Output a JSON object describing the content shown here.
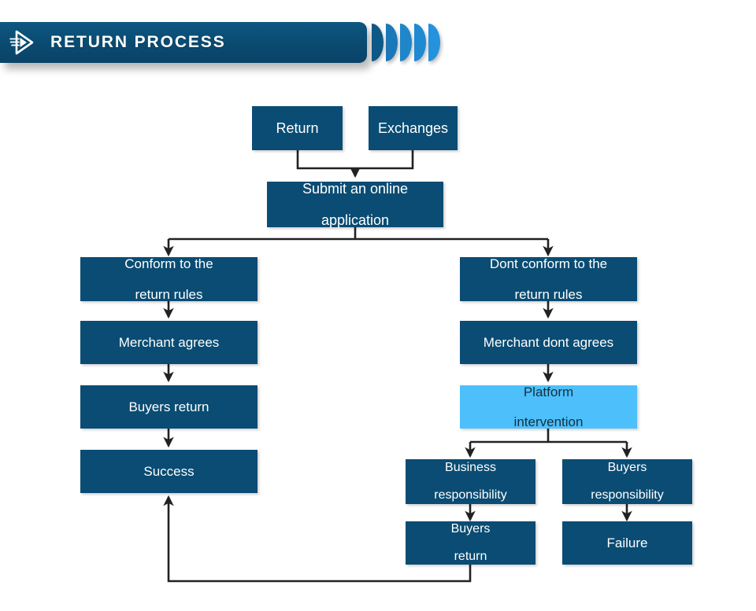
{
  "header": {
    "title": "RETURN PROCESS",
    "icon": "play-arrow-motion-icon",
    "bar_color": "#0a4c73",
    "title_color": "#ffffff",
    "stripes": [
      {
        "name": "stripe-1",
        "color": "#0d5886"
      },
      {
        "name": "stripe-2",
        "color": "#1b78b8"
      },
      {
        "name": "stripe-3",
        "color": "#1f86c9"
      },
      {
        "name": "stripe-4",
        "color": "#1e8ad2"
      },
      {
        "name": "stripe-5",
        "color": "#2492dc"
      }
    ]
  },
  "palette": {
    "node_dark": "#0a4c73",
    "node_highlight": "#4dc0fb",
    "node_dark_text": "#ffffff",
    "node_highlight_text": "#13303f",
    "connector": "#222222",
    "background": "#ffffff"
  },
  "chart_data": {
    "type": "flowchart",
    "title": "RETURN PROCESS",
    "nodes": [
      {
        "id": "return",
        "label": "Return",
        "style": "dark"
      },
      {
        "id": "exchanges",
        "label": "Exchanges",
        "style": "dark"
      },
      {
        "id": "submit-application",
        "label": "Submit an online application",
        "style": "dark"
      },
      {
        "id": "conform-rules",
        "label": "Conform to the return rules",
        "style": "dark"
      },
      {
        "id": "dont-conform-rules",
        "label": "Dont conform to the return rules",
        "style": "dark"
      },
      {
        "id": "merchant-agrees",
        "label": "Merchant agrees",
        "style": "dark"
      },
      {
        "id": "merchant-dont-agrees",
        "label": "Merchant dont agrees",
        "style": "dark"
      },
      {
        "id": "buyers-return-left",
        "label": "Buyers return",
        "style": "dark"
      },
      {
        "id": "platform-intervention",
        "label": "Platform intervention",
        "style": "light"
      },
      {
        "id": "success",
        "label": "Success",
        "style": "dark"
      },
      {
        "id": "business-responsibility",
        "label": "Business responsibility",
        "style": "dark"
      },
      {
        "id": "buyers-responsibility",
        "label": "Buyers responsibility",
        "style": "dark"
      },
      {
        "id": "buyers-return-bottom",
        "label": "Buyers return",
        "style": "dark"
      },
      {
        "id": "failure",
        "label": "Failure",
        "style": "dark"
      }
    ],
    "edges": [
      {
        "from": "return",
        "to": "submit-application"
      },
      {
        "from": "exchanges",
        "to": "submit-application"
      },
      {
        "from": "submit-application",
        "to": "conform-rules"
      },
      {
        "from": "submit-application",
        "to": "dont-conform-rules"
      },
      {
        "from": "conform-rules",
        "to": "merchant-agrees"
      },
      {
        "from": "merchant-agrees",
        "to": "buyers-return-left"
      },
      {
        "from": "buyers-return-left",
        "to": "success"
      },
      {
        "from": "dont-conform-rules",
        "to": "merchant-dont-agrees"
      },
      {
        "from": "merchant-dont-agrees",
        "to": "platform-intervention"
      },
      {
        "from": "platform-intervention",
        "to": "business-responsibility"
      },
      {
        "from": "platform-intervention",
        "to": "buyers-responsibility"
      },
      {
        "from": "business-responsibility",
        "to": "buyers-return-bottom"
      },
      {
        "from": "buyers-responsibility",
        "to": "failure"
      },
      {
        "from": "buyers-return-bottom",
        "to": "success"
      }
    ]
  },
  "nodes": {
    "return": {
      "label": "Return"
    },
    "exchanges": {
      "label": "Exchanges"
    },
    "submit_application": {
      "line1": "Submit an online",
      "line2": "application"
    },
    "conform_rules": {
      "line1": "Conform to the",
      "line2": "return rules"
    },
    "dont_conform_rules": {
      "line1": "Dont conform to the",
      "line2": "return rules"
    },
    "merchant_agrees": {
      "label": "Merchant agrees"
    },
    "merchant_dont_agrees": {
      "label": "Merchant dont agrees"
    },
    "buyers_return_left": {
      "label": "Buyers return"
    },
    "platform_intervention": {
      "line1": "Platform",
      "line2": "intervention"
    },
    "success": {
      "label": "Success"
    },
    "business_responsibility": {
      "line1": "Business",
      "line2": "responsibility"
    },
    "buyers_responsibility": {
      "line1": "Buyers",
      "line2": "responsibility"
    },
    "buyers_return_bottom": {
      "line1": "Buyers",
      "line2": "return"
    },
    "failure": {
      "label": "Failure"
    }
  }
}
